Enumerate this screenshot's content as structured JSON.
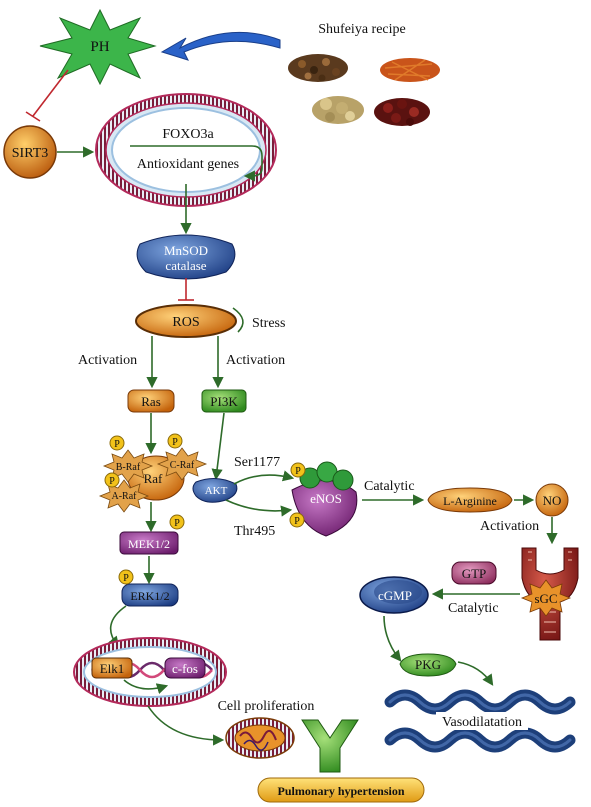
{
  "labels": {
    "ph": "PH",
    "shufeiya": "Shufeiya recipe",
    "sirt3": "SIRT3",
    "foxo3a": "FOXO3a",
    "antioxidant_genes": "Antioxidant genes",
    "mnsod": "MnSOD",
    "catalase": "catalase",
    "ros": "ROS",
    "stress": "Stress",
    "activation_left": "Activation",
    "activation_right": "Activation",
    "ras": "Ras",
    "pi3k": "PI3K",
    "b_raf": "B-Raf",
    "c_raf": "C-Raf",
    "a_raf": "A-Raf",
    "raf": "Raf",
    "akt": "AKT",
    "ser1177": "Ser1177",
    "thr495": "Thr495",
    "enos": "eNOS",
    "catalytic_top": "Catalytic",
    "l_arginine": "L-Arginine",
    "no": "NO",
    "activation_no": "Activation",
    "mek": "MEK1/2",
    "erk": "ERK1/2",
    "gtp": "GTP",
    "cgmp": "cGMP",
    "catalytic_bottom": "Catalytic",
    "sgc": "sGC",
    "pkg": "PKG",
    "elk1": "Elk1",
    "cfos": "c-fos",
    "cell_proliferation": "Cell proliferation",
    "vasodilatation": "Vasodilatation",
    "pulmonary_hypertension": "Pulmonary hypertension",
    "p": "P"
  },
  "colors": {
    "arrow": "#2e6b2a",
    "inhibit": "#c0282f",
    "ph_star": "#3cb54a",
    "nucleus_ring": "#a8c8e0",
    "nucleus_border": "#b3295a",
    "mnsod": "#1f3a8a",
    "ros": "#b8741a",
    "ras": "#e08a1e",
    "pi3k": "#4caa2e",
    "raf": "#e07a12",
    "mek": "#8a3a8a",
    "erk": "#3f6fb0",
    "enos": "#6a1b6a",
    "larg": "#c66b12",
    "no": "#d9791a",
    "sgc": "#8b1a1a",
    "cgmp": "#1b3c7a",
    "gtp": "#8a2a5a",
    "pkg": "#4d9a2d",
    "vaso": "#1d3f7a",
    "ph_box": "#f4b21a"
  }
}
